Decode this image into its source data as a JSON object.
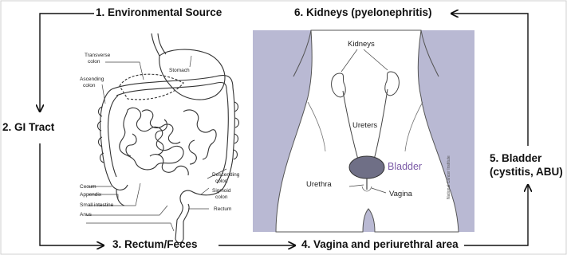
{
  "steps": {
    "environmental_source": "1. Environmental Source",
    "gi_tract": "2. GI Tract",
    "rectum_feces": "3. Rectum/Feces",
    "vagina": "4. Vagina and periurethral area",
    "bladder_line1": "5. Bladder",
    "bladder_line2": "(cystitis, ABU)",
    "kidneys": "6. Kidneys (pyelonephritis)"
  },
  "gi_labels": {
    "transverse_colon_1": "Transverse",
    "transverse_colon_2": "colon",
    "ascending_colon_1": "Ascending",
    "ascending_colon_2": "colon",
    "stomach": "Stomach",
    "descending_colon_1": "Descending",
    "descending_colon_2": "colon",
    "sigmoid_colon_1": "Sigmoid",
    "sigmoid_colon_2": "colon",
    "cecum": "Cecum",
    "appendix": "Appendix",
    "small_intestine": "Small intestine",
    "rectum": "Rectum",
    "anus": "Anus"
  },
  "urinary_labels": {
    "kidneys": "Kidneys",
    "ureters": "Ureters",
    "bladder": "Bladder",
    "urethra": "Urethra",
    "vagina": "Vagina",
    "credit": "National Cancer Institute"
  },
  "colors": {
    "panel_background": "#b9b9d3",
    "bladder_fill": "#6f6f86",
    "bladder_label": "#7b5aa6",
    "arrow": "#111111"
  }
}
